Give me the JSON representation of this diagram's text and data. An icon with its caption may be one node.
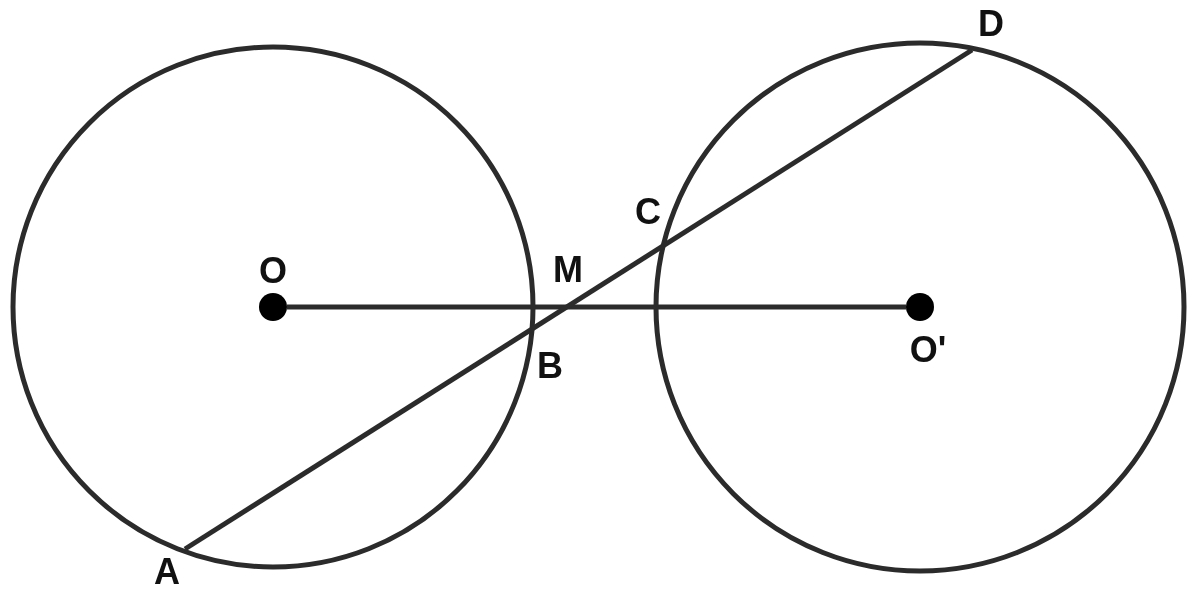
{
  "diagram": {
    "nodes": [
      {
        "text": [],
        "shape": "circle",
        "beside": [
          "O"
        ]
      },
      {
        "text": [],
        "shape": "circle",
        "beside": [
          "O'"
        ]
      }
    ],
    "edges": [
      {
        "from": 0,
        "to": 1,
        "arrow": "none"
      }
    ],
    "labels": [
      "D",
      "C",
      "M",
      "B",
      "A"
    ]
  }
}
